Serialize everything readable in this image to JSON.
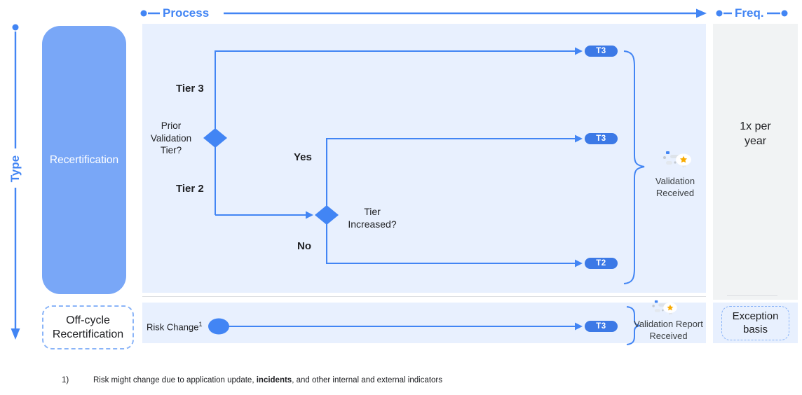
{
  "axes": {
    "process": "Process",
    "freq": "Freq.",
    "type": "Type"
  },
  "sidebar": {
    "recertification": "Recertification",
    "off_cycle": "Off-cycle\nRecertification"
  },
  "flow": {
    "tier3": "Tier 3",
    "tier2": "Tier 2",
    "prior_question": "Prior\nValidation\nTier?",
    "yes": "Yes",
    "no": "No",
    "tier_increased_question": "Tier\nIncreased?",
    "pill_top": "T3",
    "pill_middle": "T3",
    "pill_bottom": "T2",
    "pill_offcycle": "T3",
    "validation_received": "Validation\nReceived",
    "validation_report_received": "Validation Report\nReceived",
    "risk_change": "Risk Change",
    "risk_change_sup": "1"
  },
  "freq": {
    "recert": "1x per\nyear",
    "off_cycle": "Exception\nbasis"
  },
  "footnote": {
    "number": "1)",
    "text_pre": "Risk might change due to application update, ",
    "text_bold": "incidents",
    "text_post": ", and other internal and external indicators"
  },
  "colors": {
    "accent_blue": "#4285f4",
    "pill_blue": "#3c79e6",
    "recert_box_blue": "#79a7f7",
    "panel_blue": "#e8f0fe",
    "panel_gray": "#f1f3f4",
    "dashed_border_blue": "#8ab4f8",
    "star_orange": "#f9ab00"
  }
}
